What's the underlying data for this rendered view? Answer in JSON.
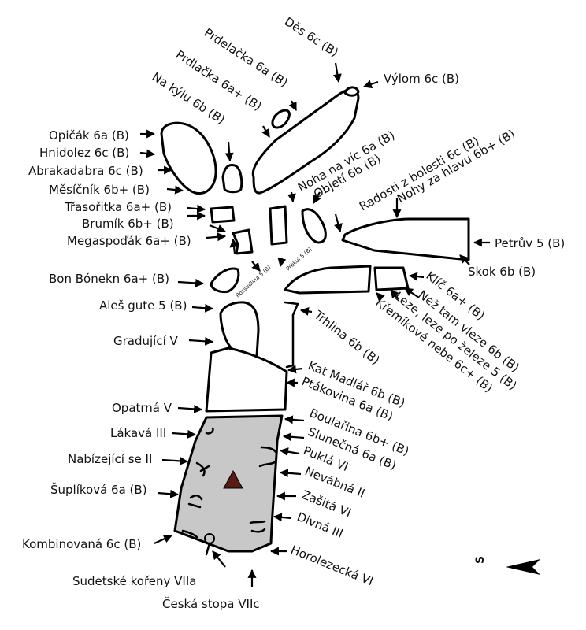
{
  "routes": [
    {
      "id": "des",
      "label": "Děs 6c (B)"
    },
    {
      "id": "prdelacka6a",
      "label": "Prdelačka 6a (B)"
    },
    {
      "id": "vylom",
      "label": "Výlom 6c (B)"
    },
    {
      "id": "prdelacka6aplus",
      "label": "Prdlačka 6a+ (B)"
    },
    {
      "id": "nakylu",
      "label": "Na kýlu 6b (B)"
    },
    {
      "id": "opicak",
      "label": "Opičák 6a (B)"
    },
    {
      "id": "hnidolez",
      "label": "Hnidolez 6c (B)"
    },
    {
      "id": "abrakadabra",
      "label": "Abrakadabra 6c (B)"
    },
    {
      "id": "mesicnik",
      "label": "Měsíčník 6b+ (B)"
    },
    {
      "id": "trasoritka",
      "label": "Třasořitka 6a+ (B)"
    },
    {
      "id": "brumik",
      "label": "Brumík 6b+ (B)"
    },
    {
      "id": "megaspodak",
      "label": "Megaspoďák 6a+ (B)"
    },
    {
      "id": "nohanavic",
      "label": "Noha na víc 6a (B)"
    },
    {
      "id": "objeti",
      "label": "Objetí 6b (B)"
    },
    {
      "id": "radosti",
      "label": "Radosti z bolesti 6c (B)"
    },
    {
      "id": "nohyzahlavu",
      "label": "Nohy za hlavu 6b+ (B)"
    },
    {
      "id": "petruv",
      "label": "Petrův 5 (B)"
    },
    {
      "id": "skok",
      "label": "Skok 6b (B)"
    },
    {
      "id": "rozsedlina",
      "label": "Rozsedlina 5 (B)"
    },
    {
      "id": "prekul",
      "label": "Překul 5 (B)"
    },
    {
      "id": "bonbonek",
      "label": "Bon Bónekn 6a+ (B)"
    },
    {
      "id": "klic",
      "label": "Klíč 6a+ (B)"
    },
    {
      "id": "netamvleze",
      "label": "Než tam vleze 6b (B)"
    },
    {
      "id": "lezepozeleze",
      "label": "Leze, leze po železe 5 (B)"
    },
    {
      "id": "kremikove",
      "label": "Křemíkové nebe 6c+ (B)"
    },
    {
      "id": "alesgute",
      "label": "Aleš gute 5 (B)"
    },
    {
      "id": "gradujici",
      "label": "Gradující V"
    },
    {
      "id": "trhlina",
      "label": "Trhlina 6b (B)"
    },
    {
      "id": "katmadlar",
      "label": "Kat Madlář 6b (B)"
    },
    {
      "id": "ptakovina",
      "label": "Ptákovina 6a (B)"
    },
    {
      "id": "opatrna",
      "label": "Opatrná V"
    },
    {
      "id": "boularina",
      "label": "Boulařina 6b+ (B)"
    },
    {
      "id": "lakava",
      "label": "Lákavá III"
    },
    {
      "id": "slunecna",
      "label": "Slunečná 6a (B)"
    },
    {
      "id": "nabizejici",
      "label": "Nabízející se II"
    },
    {
      "id": "pukla",
      "label": "Puklá VI"
    },
    {
      "id": "nevabna",
      "label": "Nevábná II"
    },
    {
      "id": "suplikova",
      "label": "Šuplíková 6a (B)"
    },
    {
      "id": "zasita",
      "label": "Zašitá VI"
    },
    {
      "id": "divna",
      "label": "Divná III"
    },
    {
      "id": "kombinovana",
      "label": "Kombinovaná 6c (B)"
    },
    {
      "id": "horolezecka",
      "label": "Horolezecká VI"
    },
    {
      "id": "sudetske",
      "label": "Sudetské kořeny VIIa"
    },
    {
      "id": "ceskastopa",
      "label": "Česká stopa VIIc"
    }
  ],
  "compass": {
    "label": "S"
  },
  "colors": {
    "grey_rock": "#c8c8c8",
    "ink": "#000000",
    "summit_mark": "#5a1a14"
  }
}
